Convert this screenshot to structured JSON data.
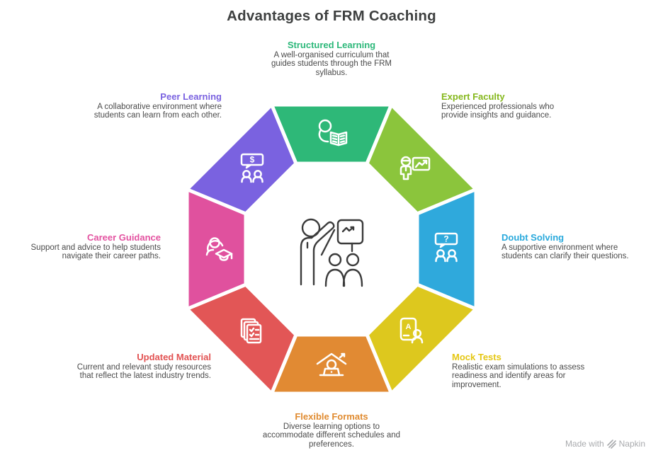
{
  "title": "Advantages of FRM Coaching",
  "segments": [
    {
      "id": "structured-learning",
      "label": "Structured Learning",
      "description": "A well-organised curriculum that guides students through the FRM syllabus.",
      "color": "#2eb878",
      "label_color": "#2db87a",
      "icon": "person-reading-book"
    },
    {
      "id": "expert-faculty",
      "label": "Expert Faculty",
      "description": "Experienced professionals who provide insights and guidance.",
      "color": "#8bc53c",
      "label_color": "#86b81e",
      "icon": "presenter-with-chart"
    },
    {
      "id": "doubt-solving",
      "label": "Doubt Solving",
      "description": "A supportive environment where students can clarify their questions.",
      "color": "#2fa9dc",
      "label_color": "#29a9dc",
      "icon": "question-bubble-people"
    },
    {
      "id": "mock-tests",
      "label": "Mock Tests",
      "description": "Realistic exam simulations to assess readiness and identify areas for improvement.",
      "color": "#ddc81e",
      "label_color": "#e5c713",
      "icon": "exam-card-person"
    },
    {
      "id": "flexible-formats",
      "label": "Flexible Formats",
      "description": "Diverse learning options to accommodate different schedules and preferences.",
      "color": "#e18a33",
      "label_color": "#e08b30",
      "icon": "home-laptop-learning"
    },
    {
      "id": "updated-material",
      "label": "Updated Material",
      "description": "Current and relevant study resources that reflect the latest industry trends.",
      "color": "#e25656",
      "label_color": "#e25252",
      "icon": "checklist-documents"
    },
    {
      "id": "career-guidance",
      "label": "Career Guidance",
      "description": "Support and advice to help students navigate their career paths.",
      "color": "#e0519e",
      "label_color": "#e352a0",
      "icon": "graduate-person"
    },
    {
      "id": "peer-learning",
      "label": "Peer Learning",
      "description": "A collaborative environment where students can learn from each other.",
      "color": "#7a62e0",
      "label_color": "#7a62e0",
      "icon": "dollar-bubble-people"
    }
  ],
  "center": {
    "icon": "coach-presentation"
  },
  "glyphs": {
    "question": "?",
    "dollar": "$",
    "grade": "A"
  },
  "watermark": {
    "made_with": "Made with",
    "brand": "Napkin"
  }
}
